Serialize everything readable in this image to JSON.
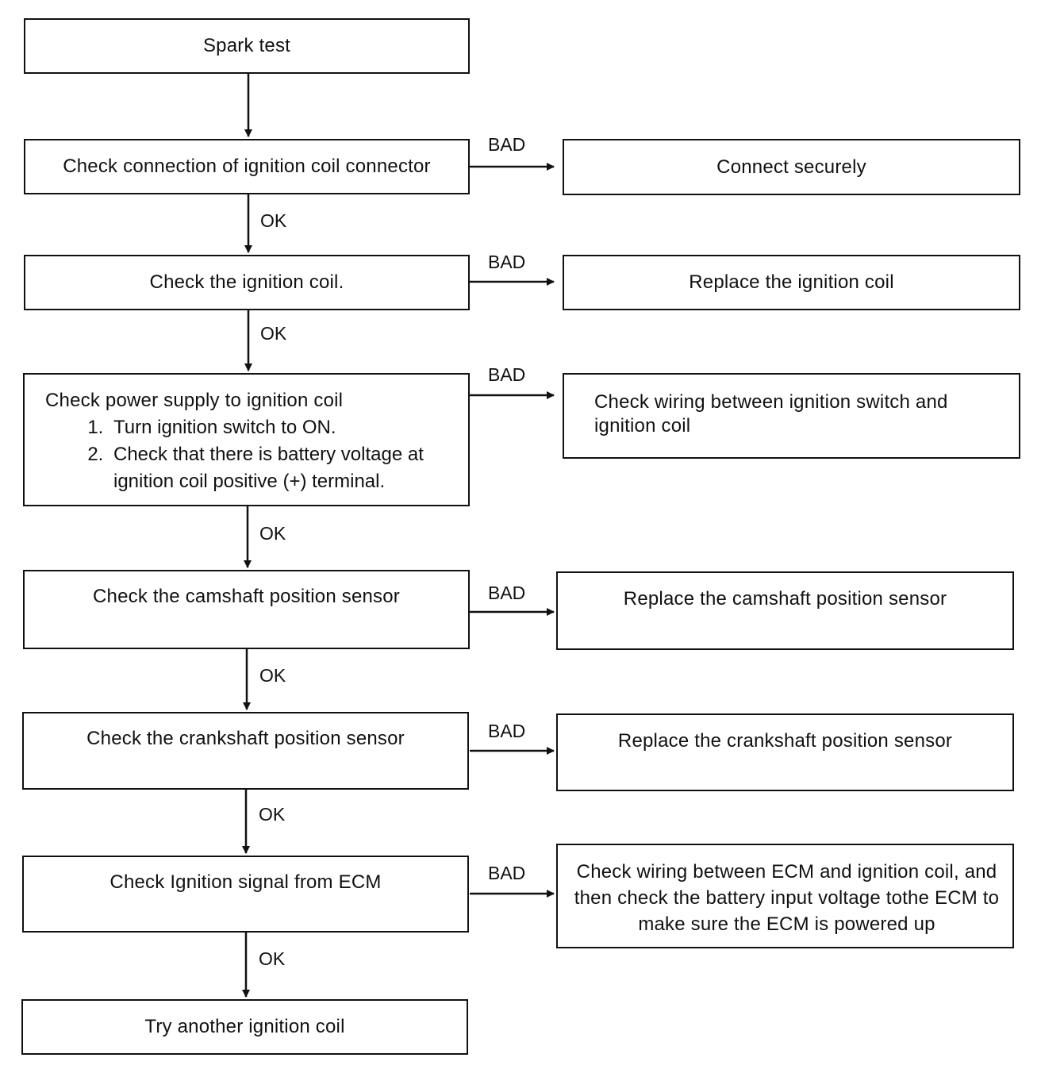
{
  "flowchart": {
    "start": "Spark test",
    "ok_label": "OK",
    "bad_label": "BAD",
    "steps": [
      {
        "check": "Check connection of ignition coil connector",
        "bad_action": "Connect securely"
      },
      {
        "check": "Check the ignition coil.",
        "bad_action": "Replace the ignition coil"
      },
      {
        "check": "Check power supply to ignition coil",
        "substeps": [
          "Turn ignition switch to ON.",
          "Check that there is battery voltage at ignition coil positive (+) terminal."
        ],
        "bad_action": "Check wiring between ignition switch and ignition coil"
      },
      {
        "check": "Check the camshaft position sensor",
        "bad_action": "Replace the camshaft position sensor"
      },
      {
        "check": "Check the crankshaft position sensor",
        "bad_action": "Replace the crankshaft position sensor"
      },
      {
        "check": "Check Ignition signal from ECM",
        "bad_action": "Check wiring between ECM and ignition coil, and then check the battery input voltage tothe ECM to make sure the ECM is powered up"
      }
    ],
    "final": "Try another ignition coil"
  }
}
